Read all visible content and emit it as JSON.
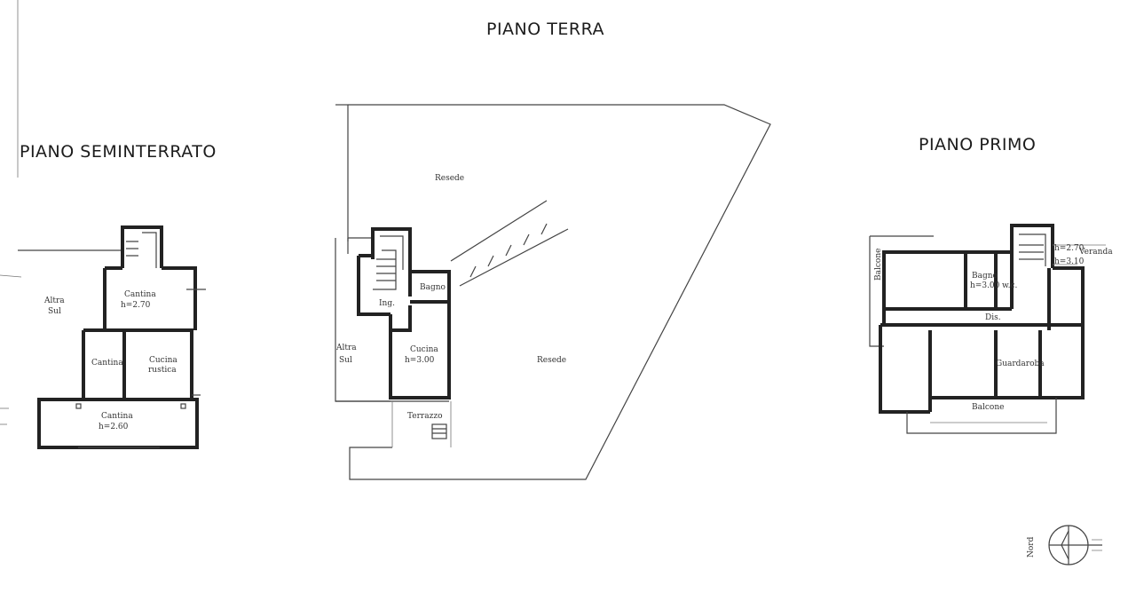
{
  "titles": {
    "ground": "PIANO TERRA",
    "basement": "PIANO SEMINTERRATO",
    "first": "PIANO PRIMO"
  },
  "basement": {
    "cantina_main": "Cantina",
    "cantina_main_h": "h=2.70",
    "cantina_small": "Cantina",
    "cucina_line1": "Cucina",
    "cucina_line2": "rustica",
    "cantina_bottom": "Cantina",
    "cantina_bottom_h": "h=2.60",
    "other_line1": "Altra",
    "other_line2": "Sul"
  },
  "ground": {
    "resede_top": "Resede",
    "resede_right": "Resede",
    "bagno": "Bagno",
    "ing": "Ing.",
    "cucina": "Cucina",
    "cucina_h": "h=3.00",
    "terrazzo": "Terrazzo",
    "other_line1": "Altra",
    "other_line2": "Sul"
  },
  "first": {
    "balcone_side": "Balcone",
    "bagno": "Bagno",
    "bagno_h": "h=3.00",
    "wc": "w.c.",
    "dis": "Dis.",
    "veranda": "Veranda",
    "veranda_h1": "h=2.70",
    "veranda_h2": "h=3.10",
    "guardaroba": "Guardaroba",
    "balcone_bottom": "Balcone"
  },
  "compass": {
    "label": "Nord"
  }
}
